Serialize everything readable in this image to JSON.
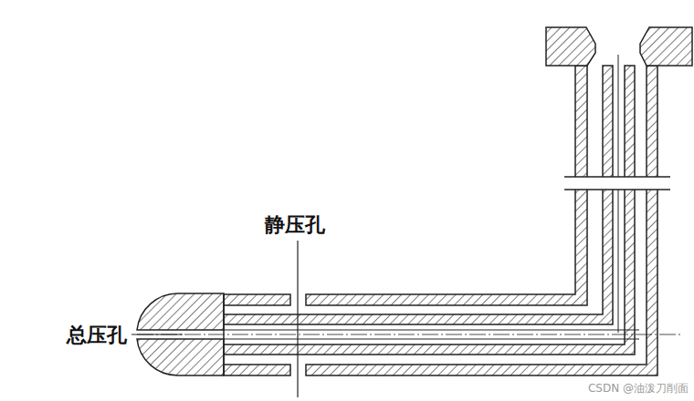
{
  "diagram": {
    "labels": [
      "静压孔",
      "总压孔",
      "CSDN @油泼刀削面"
    ]
  }
}
